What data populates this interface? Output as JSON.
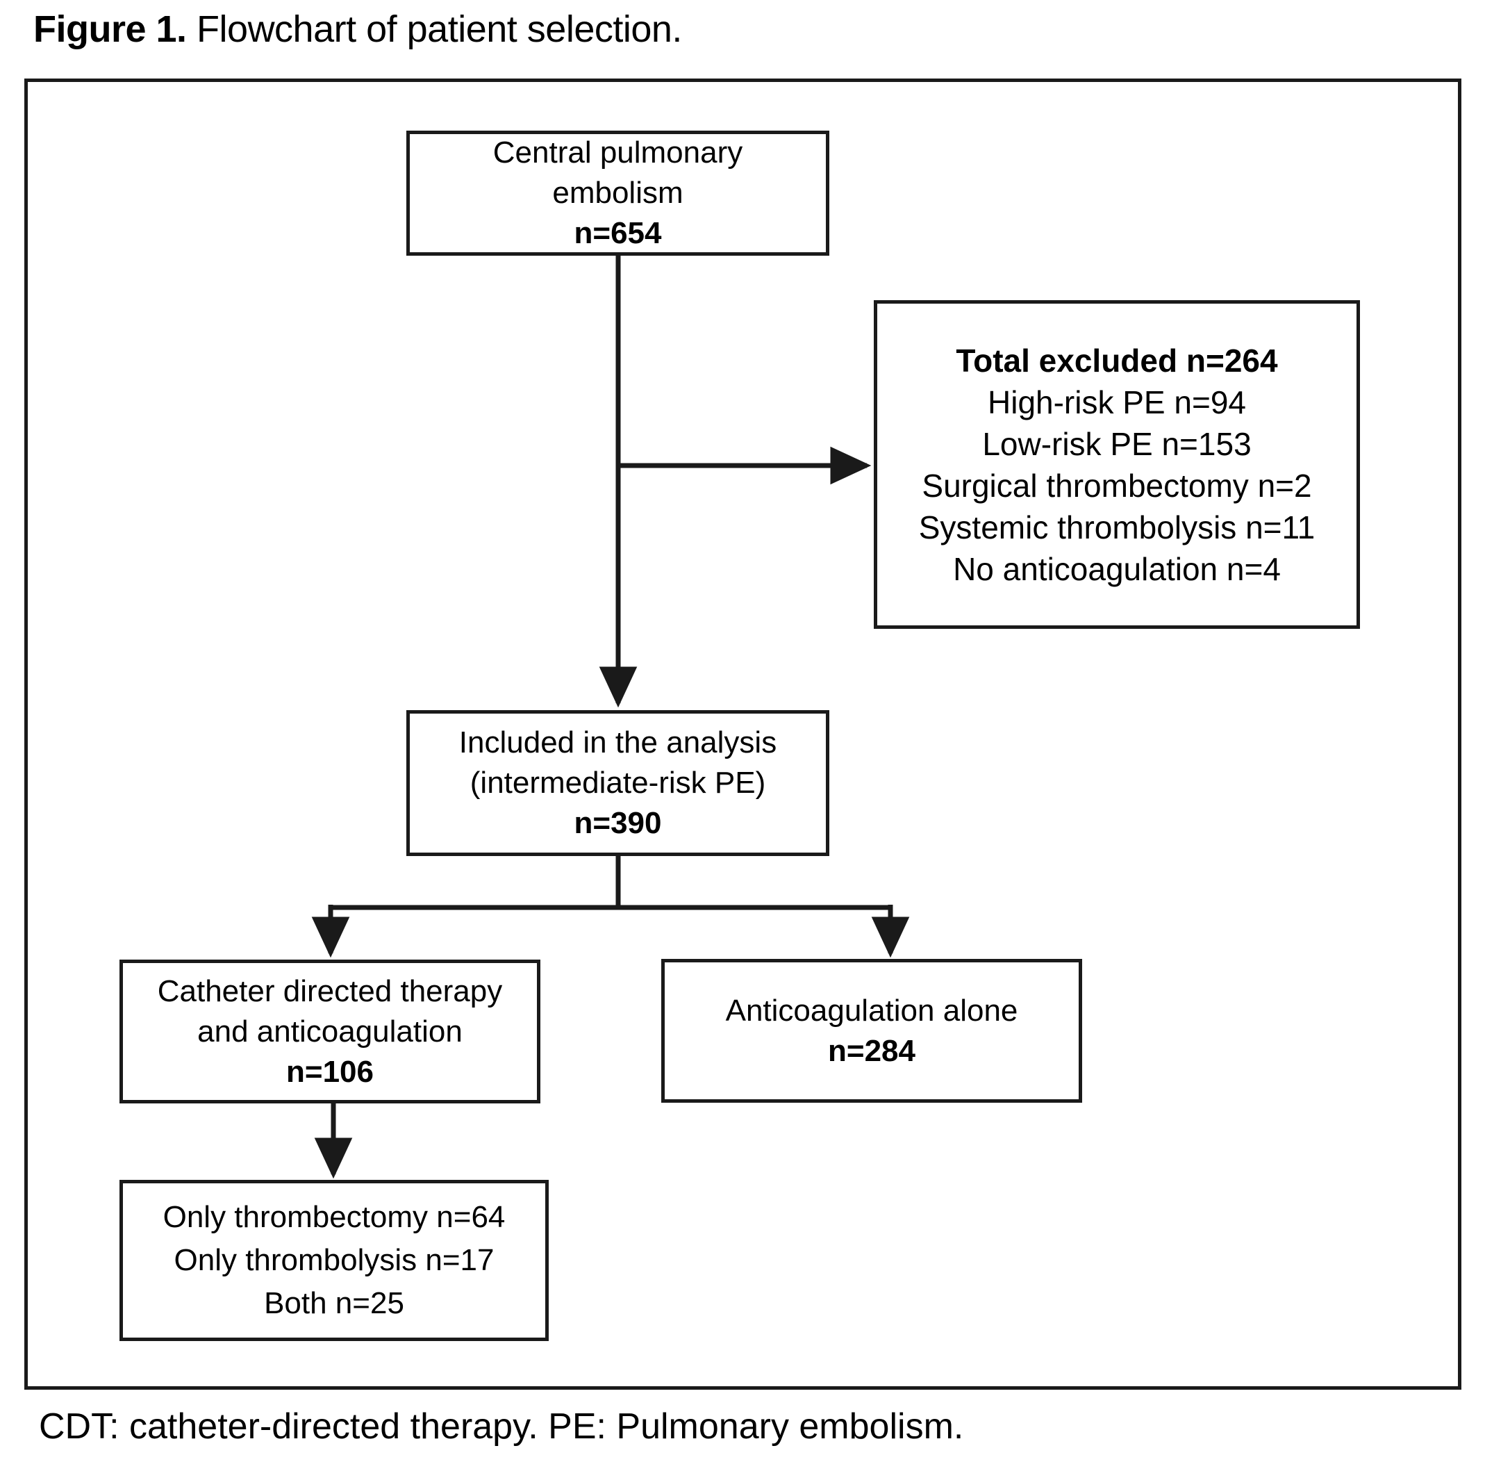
{
  "figure": {
    "label": "Figure 1.",
    "title": " Flowchart of patient selection.",
    "caption": "CDT: catheter-directed therapy. PE: Pulmonary embolism."
  },
  "colors": {
    "stroke": "#1a1a1a",
    "background": "#ffffff",
    "text": "#000000"
  },
  "nodes": {
    "central": {
      "lines": [
        "Central pulmonary",
        "embolism"
      ],
      "count": "n=654"
    },
    "excluded": {
      "header": "Total excluded n=264",
      "items": [
        "High-risk PE n=94",
        "Low-risk PE n=153",
        "Surgical thrombectomy n=2",
        "Systemic thrombolysis n=11",
        "No anticoagulation n=4"
      ]
    },
    "included": {
      "lines": [
        "Included in the analysis",
        "(intermediate-risk PE)"
      ],
      "count": "n=390"
    },
    "cdt": {
      "lines": [
        "Catheter directed therapy",
        "and anticoagulation"
      ],
      "count": "n=106"
    },
    "anticoagulation_alone": {
      "lines": [
        "Anticoagulation alone"
      ],
      "count": "n=284"
    },
    "cdt_detail": {
      "items": [
        "Only thrombectomy n=64",
        "Only thrombolysis n=17",
        "Both n=25"
      ]
    }
  }
}
